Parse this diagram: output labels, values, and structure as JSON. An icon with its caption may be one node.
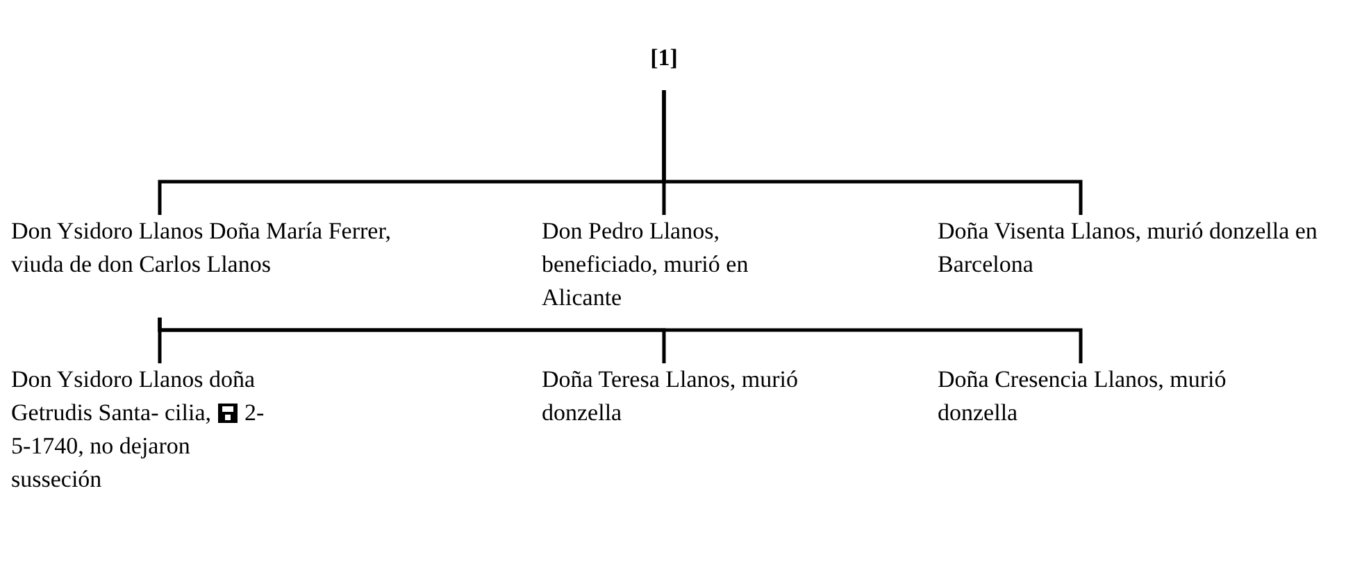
{
  "diagram": {
    "nodes": [
      {
        "text": [
          "[1]"
        ]
      },
      {
        "text": [
          "Don Ysidoro Llanos Doña María Ferrer, viuda de don Carlos Llanos"
        ]
      },
      {
        "text": [
          "Don Pedro Llanos, beneficiado, murió en Alicante"
        ]
      },
      {
        "text": [
          "Doña Visenta Llanos, murió donzella en Barcelona"
        ]
      },
      {
        "text": [
          "Don Ysidoro Llanos doña Getrudis Santa- cilia,",
          "2-5-1740, no dejaron susseción"
        ]
      },
      {
        "text": [
          "Doña Teresa Llanos, murió donzella"
        ]
      },
      {
        "text": [
          "Doña Cresencia Llanos, murió donzella"
        ]
      }
    ],
    "edges": [
      {
        "from": 0,
        "to": 1,
        "arrow": "none"
      },
      {
        "from": 0,
        "to": 2,
        "arrow": "none"
      },
      {
        "from": 0,
        "to": 3,
        "arrow": "none"
      },
      {
        "from": 1,
        "to": 4,
        "arrow": "none"
      },
      {
        "from": 1,
        "to": 5,
        "arrow": "none"
      },
      {
        "from": 1,
        "to": 6,
        "arrow": "none"
      }
    ]
  }
}
